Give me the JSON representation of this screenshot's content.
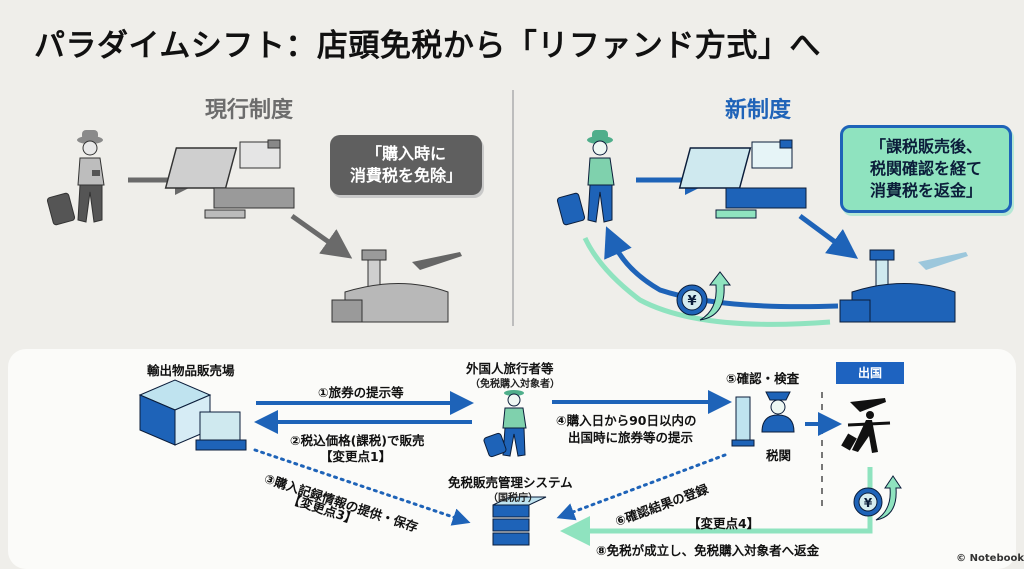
{
  "title": "パラダイムシフト：店頭免税から「リファンド方式」へ",
  "current_system": {
    "heading": "現行制度",
    "bubble": [
      "「購入時に",
      "消費税を免除」"
    ]
  },
  "new_system": {
    "heading": "新制度",
    "bubble": [
      "「課税販売後、",
      "税関確認を経て",
      "消費税を返金」"
    ]
  },
  "flow": {
    "store_label": "輸出物品販売場",
    "traveler_label": "外国人旅行者等",
    "traveler_sub": "（免税購入対象者）",
    "system_label": "免税販売管理システム",
    "system_sub": "（国税庁）",
    "customs_check_label": "⑤確認・検査",
    "customs_label": "税関",
    "exit_label": "出国",
    "steps": {
      "s1": "①旅券の提示等",
      "s2": "②税込価格(課税)で販売",
      "s2_change": "【変更点1】",
      "s3": "③購入記録情報の提供・保存",
      "s3_change": "【変更点3】",
      "s4_line1": "④購入日から90日以内の",
      "s4_line2": "出国時に旅券等の提示",
      "s6": "⑥確認結果の登録",
      "s8_change": "【変更点4】",
      "s8": "⑧免税が成立し、免税購入対象者へ返金"
    }
  },
  "icons": {
    "yen": "¥"
  },
  "credit": "© Notebook",
  "colors": {
    "accent_blue": "#1e63b8",
    "accent_green": "#8fe3bf",
    "gray": "#5f5f5f"
  }
}
